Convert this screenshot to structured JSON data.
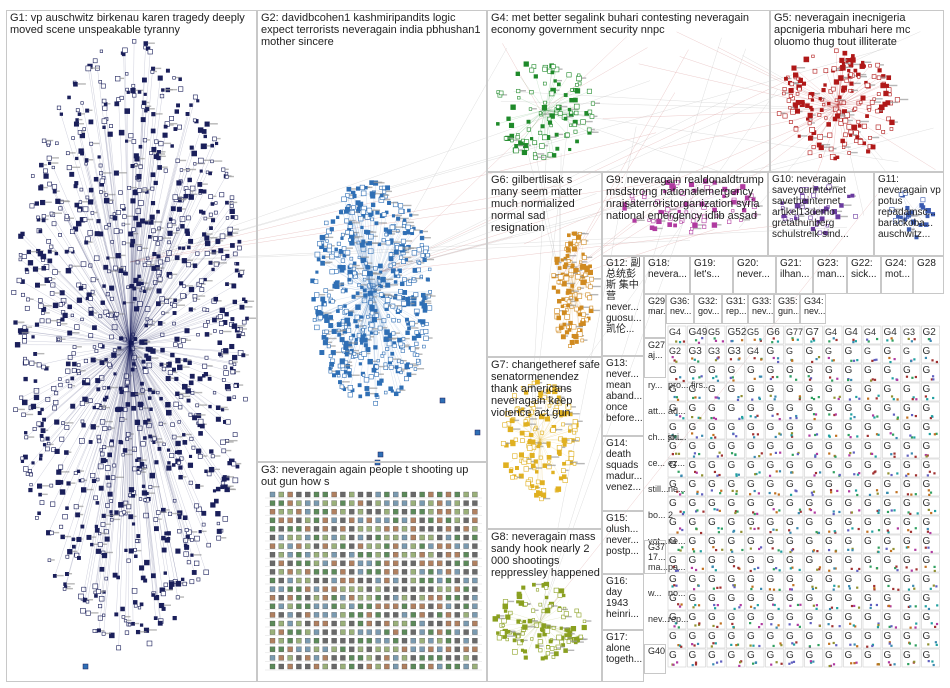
{
  "graph": {
    "groups": [
      {
        "id": "G1",
        "label": "G1: vp auschwitz birkenau karen tragedy deeply moved scene unspeakable tyranny",
        "color": "#1a1f5a"
      },
      {
        "id": "G2",
        "label": "G2: davidbcohen1 kashmiripandits logic expect terrorists neveragain india pbhushan1 mother sincere",
        "color": "#2f6fb5"
      },
      {
        "id": "G3",
        "label": "G3: neveragain again people t shooting up out gun how s",
        "color": "#5c8a5a"
      },
      {
        "id": "G4",
        "label": "G4: met better segalink buhari contesting neveragain economy government security nnpc",
        "color": "#1f8a2a"
      },
      {
        "id": "G5",
        "label": "G5: neveragain inecnigeria apcnigeria mbuhari here mc oluomo thug tout illiterate",
        "color": "#b01818"
      },
      {
        "id": "G6",
        "label": "G6: gilbertlisak s many seem matter much normalized normal sad resignation",
        "color": "#d08a20"
      },
      {
        "id": "G7",
        "label": "G7: changetheref safe senatormenendez thank americans neveragain keep violence act gun",
        "color": "#e0b020"
      },
      {
        "id": "G8",
        "label": "G8: neveragain mass sandy hook nearly 2 000 shootings reppressley happened",
        "color": "#8aa020"
      },
      {
        "id": "G9",
        "label": "G9: neveragain realdonaldtrump msdstrong nationalemergency nraisaterroristorganization syria national emergency idlib assad",
        "color": "#b03aa0"
      },
      {
        "id": "G10",
        "label": "G10: neveragain saveyourinternet savetheinternet artikel13demo gretathunberg schulstreik sind...",
        "color": "#6a3aa0"
      },
      {
        "id": "G11",
        "label": "G11: neveragain vp potus repadamsc... barackoba... auschwitz...",
        "color": "#3a5ab0"
      },
      {
        "id": "G12",
        "label": "G12: 副 总统彭 斯 集中 营 never... guosu... 凯伦...",
        "color": "#909090"
      },
      {
        "id": "G13",
        "label": "G13: never... mean aband... once before...",
        "color": "#a0a0a0"
      },
      {
        "id": "G14",
        "label": "G14: death squads madur... venez...",
        "color": "#a0a0a0"
      },
      {
        "id": "G15",
        "label": "G15: olush... never... postp...",
        "color": "#a0a0a0"
      },
      {
        "id": "G16",
        "label": "G16: day 1943 heinri...",
        "color": "#a0a0a0"
      },
      {
        "id": "G17",
        "label": "G17: alone togeth...",
        "color": "#a0a0a0"
      },
      {
        "id": "G18",
        "label": "G18: nevera...",
        "color": "#a0a0a0"
      },
      {
        "id": "G19",
        "label": "G19: let's...",
        "color": "#a0a0a0"
      },
      {
        "id": "G20",
        "label": "G20: never...",
        "color": "#a0a0a0"
      },
      {
        "id": "G21",
        "label": "G21: ilhan...",
        "color": "#a0a0a0"
      },
      {
        "id": "G22",
        "label": "G22: sick...",
        "color": "#a0a0a0"
      },
      {
        "id": "G23",
        "label": "G23: man...",
        "color": "#a0a0a0"
      },
      {
        "id": "G24",
        "label": "G24: mot...",
        "color": "#a0a0a0"
      },
      {
        "id": "G28",
        "label": "G28",
        "color": "#a0a0a0"
      },
      {
        "id": "G29",
        "label": "G29 mar...",
        "color": "#a0a0a0"
      },
      {
        "id": "G36",
        "label": "G36: nev...",
        "color": "#a0a0a0"
      },
      {
        "id": "G32",
        "label": "G32: gov...",
        "color": "#a0a0a0"
      },
      {
        "id": "G31",
        "label": "G31: rep...",
        "color": "#a0a0a0"
      },
      {
        "id": "G33",
        "label": "G33: nev...",
        "color": "#a0a0a0"
      },
      {
        "id": "G35",
        "label": "G35: gun...",
        "color": "#a0a0a0"
      },
      {
        "id": "G34",
        "label": "G34: nev...",
        "color": "#a0a0a0"
      },
      {
        "id": "G27",
        "label": "G27 aj...",
        "color": "#a0a0a0"
      },
      {
        "id": "G37",
        "label": "G37 17...",
        "color": "#a0a0a0"
      },
      {
        "id": "G40",
        "label": "G40",
        "color": "#a0a0a0"
      }
    ],
    "small_cell_label": "G",
    "g_numbers": [
      "G4",
      "G49",
      "G5",
      "G52",
      "G5",
      "G6",
      "G77",
      "G7",
      "G4",
      "G4",
      "G4",
      "G4",
      "G3",
      "G2",
      "G2",
      "G3",
      "G3",
      "G3",
      "G4"
    ],
    "cell_words": [
      "ry...",
      "pro... firs...",
      "att...",
      "ad...",
      "ch... shi...",
      "jo...",
      "ce...",
      "ez...",
      "still...",
      "ne...",
      "bo...",
      "2",
      "vot...",
      "ne...",
      "ma...",
      "pa...",
      "w...",
      "no...",
      "nev...",
      "rep..."
    ]
  }
}
